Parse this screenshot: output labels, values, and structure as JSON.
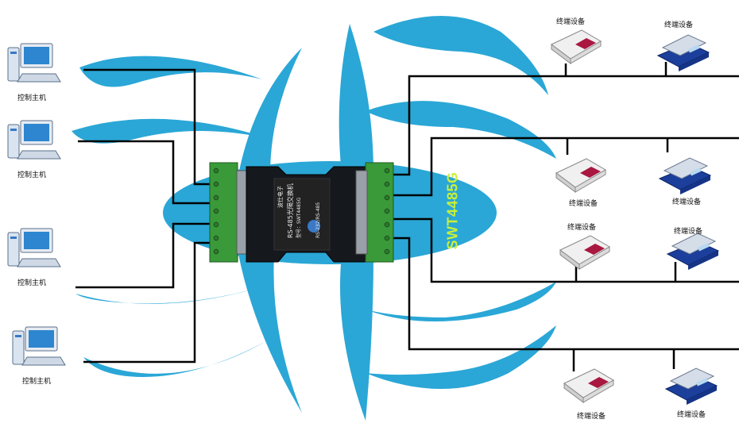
{
  "host_label": "控制主机",
  "terminal_label": "终端设备",
  "model": "SWT4485G",
  "device_text": {
    "brand": "波仕电子",
    "title": "RS-485光隔交换机",
    "model_line": "型号：SWT4485G",
    "rs_line": "RS-232/RS-485"
  },
  "colors": {
    "swirl": "#2aa7d6",
    "wire": "#000000",
    "model_text": "#c8f03a"
  },
  "hosts": [
    {
      "label": "控制主机"
    },
    {
      "label": "控制主机"
    },
    {
      "label": "控制主机"
    },
    {
      "label": "控制主机"
    }
  ],
  "terminals": [
    {
      "label": "终端设备",
      "kind": "keypad"
    },
    {
      "label": "终端设备",
      "kind": "scale"
    },
    {
      "label": "终端设备",
      "kind": "keypad"
    },
    {
      "label": "终端设备",
      "kind": "scale"
    },
    {
      "label": "终端设备",
      "kind": "keypad"
    },
    {
      "label": "终端设备",
      "kind": "scale"
    },
    {
      "label": "终端设备",
      "kind": "keypad"
    },
    {
      "label": "终端设备",
      "kind": "scale"
    }
  ]
}
